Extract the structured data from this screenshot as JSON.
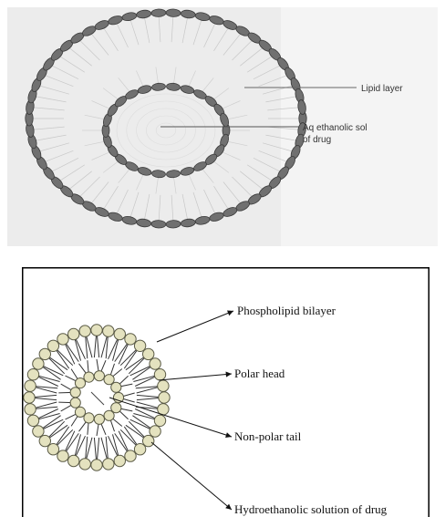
{
  "figure_top": {
    "labels": {
      "lipid_layer": "Lipid layer",
      "aq_line1": "Aq ethanolic sol",
      "aq_line2": "of drug"
    },
    "colors": {
      "background": "#eeeeee",
      "bead": "#707070",
      "bead_stroke": "#3a3a3a",
      "line": "#555555"
    }
  },
  "figure_bottom": {
    "labels": {
      "phospholipid_bilayer": "Phospholipid bilayer",
      "polar_head": "Polar head",
      "non_polar_tail": "Non-polar tail",
      "hydroethanolic": "Hydroethanolic solution of drug"
    },
    "colors": {
      "head_fill": "#e4e2bf",
      "head_stroke": "#5a5a45",
      "frame": "#000000"
    }
  }
}
